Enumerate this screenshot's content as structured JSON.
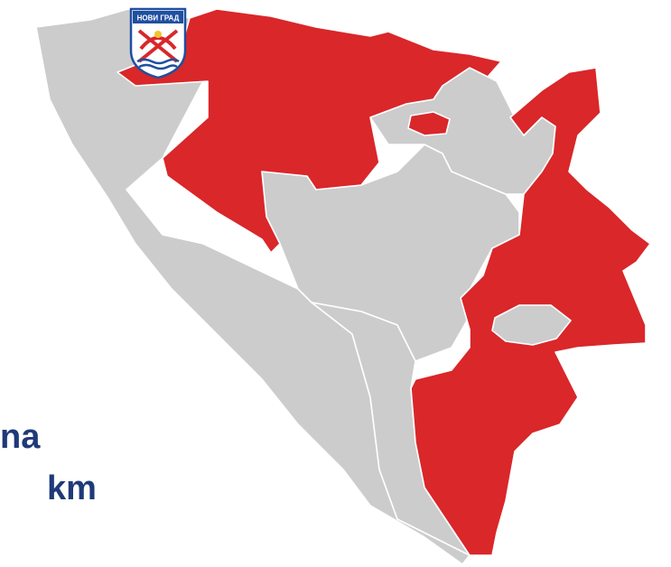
{
  "emblem": {
    "text": "НОВИ ГРАД"
  },
  "captions": {
    "line1": "na",
    "line2": "km"
  },
  "colors": {
    "highlight": "#d9272a",
    "base": "#cccccc",
    "border": "#ffffff",
    "caption": "#1f3a78",
    "emblem_blue": "#1f4fa0"
  },
  "icons": {
    "emblem": "municipality-coat-of-arms-icon"
  }
}
